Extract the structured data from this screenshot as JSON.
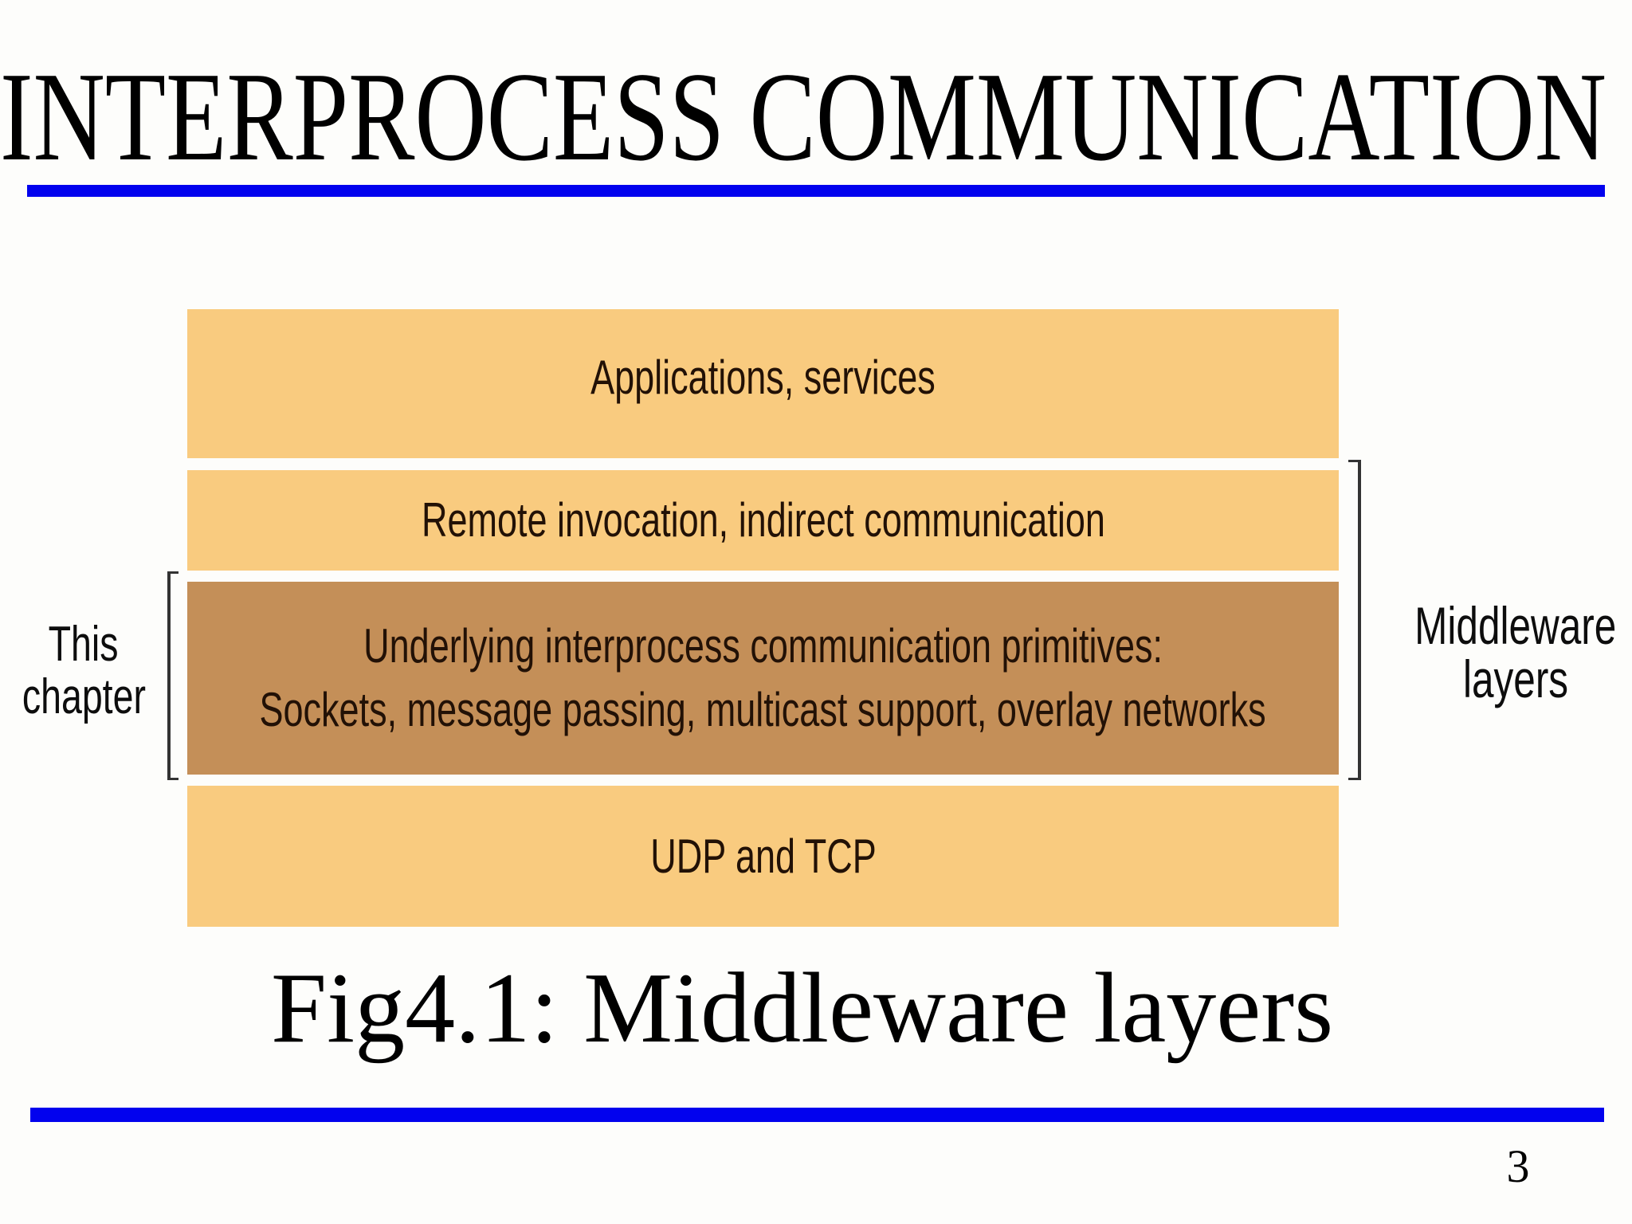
{
  "slide": {
    "title": "INTERPROCESS COMMUNICATION",
    "caption": "Fig4.1: Middleware layers",
    "page_number": "3",
    "colors": {
      "rule_blue": "#0202EE",
      "layer_light": "#F9CB7F",
      "layer_dark": "#C48F58",
      "layer_text": "#221106",
      "bracket": "#333333"
    }
  },
  "diagram": {
    "layers": [
      {
        "id": "applications",
        "tone": "light",
        "lines": [
          "Applications, services"
        ]
      },
      {
        "id": "remote-invocation",
        "tone": "light",
        "lines": [
          "Remote invocation, indirect communication"
        ]
      },
      {
        "id": "ipc-primitives",
        "tone": "dark",
        "lines": [
          "Underlying interprocess communication primitives:",
          "Sockets, message passing, multicast support, overlay networks"
        ]
      },
      {
        "id": "udp-tcp",
        "tone": "light",
        "lines": [
          "UDP and TCP"
        ]
      }
    ],
    "left_bracket_label": {
      "lines": [
        "This",
        "chapter"
      ]
    },
    "right_bracket_label": {
      "lines": [
        "Middleware",
        "layers"
      ]
    }
  }
}
